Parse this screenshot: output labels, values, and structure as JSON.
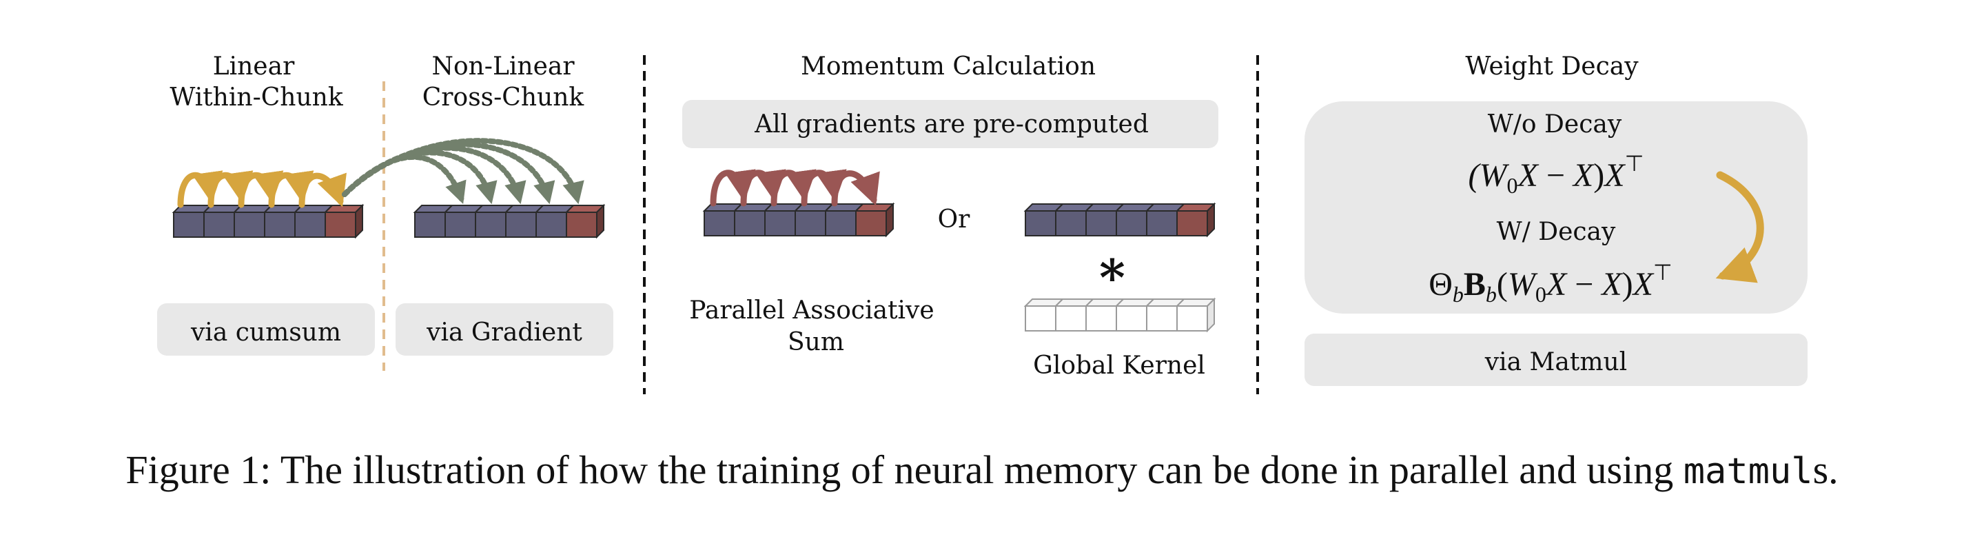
{
  "colors": {
    "block_purple": "#5e5d78",
    "block_red": "#8d4f4b",
    "arrow_gold": "#d6a53e",
    "arrow_green": "#72806c",
    "arrow_red": "#9a5654",
    "panel_gray": "#e8e8e8",
    "divider_tan": "#e1bc8e"
  },
  "section1": {
    "title_left_line1": "Linear",
    "title_left_line2": "Within-Chunk",
    "title_right_line1": "Non-Linear",
    "title_right_line2": "Cross-Chunk",
    "button_left": "via cumsum",
    "button_right": "via Gradient"
  },
  "section2": {
    "title": "Momentum Calculation",
    "banner": "All gradients are pre-computed",
    "or_label": "Or",
    "star": "*",
    "parallel_line1": "Parallel Associative",
    "parallel_line2": "Sum",
    "kernel_label": "Global Kernel"
  },
  "section3": {
    "title": "Weight Decay",
    "wo_label": "W/o Decay",
    "w_label": "W/ Decay",
    "button": "via Matmul"
  },
  "caption": {
    "prefix": "Figure 1: The illustration of how the training of neural memory can be done in parallel and using ",
    "code": "matmul",
    "suffix": "s."
  }
}
